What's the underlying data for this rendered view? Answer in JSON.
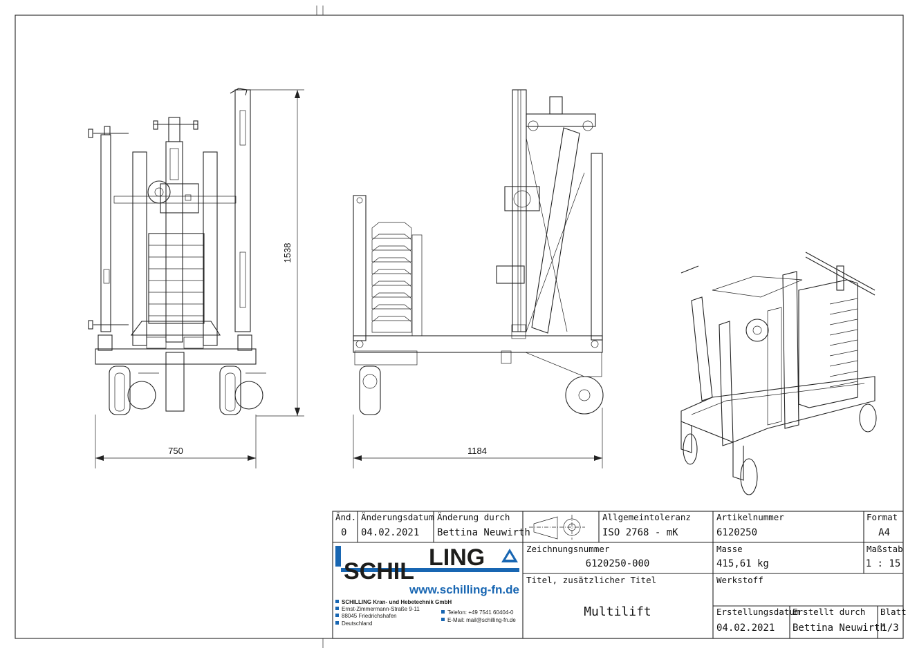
{
  "dimensions": {
    "front_width": "750",
    "front_height": "1538",
    "side_length": "1184"
  },
  "title_block": {
    "aend_label": "Änd.",
    "aend_value": "0",
    "aenderungsdatum_label": "Änderungsdatum",
    "aenderungsdatum_value": "04.02.2021",
    "aenderung_durch_label": "Änderung durch",
    "aenderung_durch_value": "Bettina Neuwirth",
    "allgemeintoleranz_label": "Allgemeintoleranz",
    "allgemeintoleranz_value": "ISO 2768 - mK",
    "artikelnummer_label": "Artikelnummer",
    "artikelnummer_value": "6120250",
    "format_label": "Format",
    "format_value": "A4",
    "zeichnungsnummer_label": "Zeichnungsnummer",
    "zeichnungsnummer_value": "6120250-000",
    "masse_label": "Masse",
    "masse_value": "415,61 kg",
    "massstab_label": "Maßstab",
    "massstab_value": "1 : 15",
    "titel_label": "Titel, zusätzlicher Titel",
    "titel_value": "Multilift",
    "werkstoff_label": "Werkstoff",
    "erstellungsdatum_label": "Erstellungsdatum",
    "erstellungsdatum_value": "04.02.2021",
    "erstellt_durch_label": "Erstellt durch",
    "erstellt_durch_value": "Bettina Neuwirth",
    "blatt_label": "Blatt",
    "blatt_value": "1/3"
  },
  "company": {
    "logo_left": "SCHIL",
    "logo_right": "LING",
    "url": "www.schilling-fn.de",
    "name": "SCHILLING Kran- und Hebetechnik GmbH",
    "street": "Ernst-Zimmermann-Straße 9-11",
    "city": "88045 Friedrichshafen",
    "country": "Deutschland",
    "phone": "Telefon: +49 7541 60404-0",
    "email": "E-Mail: mail@schilling-fn.de",
    "brand_color": "#1866b2"
  }
}
